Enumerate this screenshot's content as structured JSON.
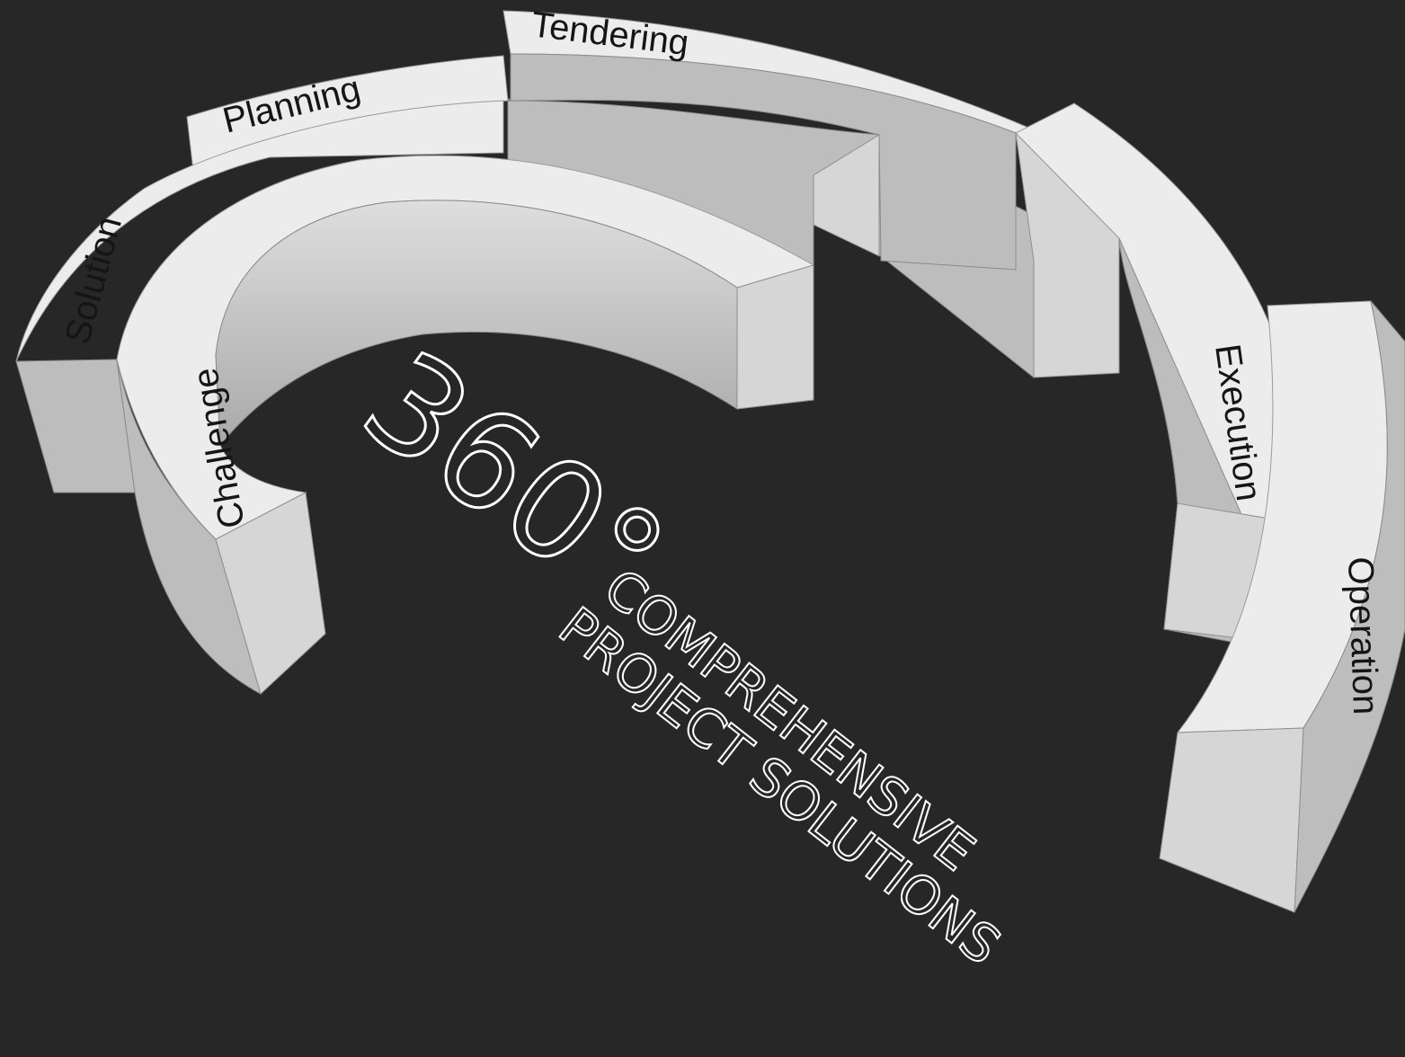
{
  "diagram": {
    "stages": [
      {
        "id": "challenge",
        "label": "Challenge"
      },
      {
        "id": "solution",
        "label": "Solution"
      },
      {
        "id": "planning",
        "label": "Planning"
      },
      {
        "id": "tendering",
        "label": "Tendering"
      },
      {
        "id": "execution",
        "label": "Execution"
      },
      {
        "id": "operation",
        "label": "Operation"
      }
    ],
    "headline": "360°",
    "tagline_line1": "COMPREHENSIVE",
    "tagline_line2": "PROJECT SOLUTIONS",
    "colors": {
      "background": "#272727",
      "block_top": "#ececec",
      "block_side": "#bdbdbd",
      "label": "#151515",
      "headline": "#ffffff"
    }
  }
}
